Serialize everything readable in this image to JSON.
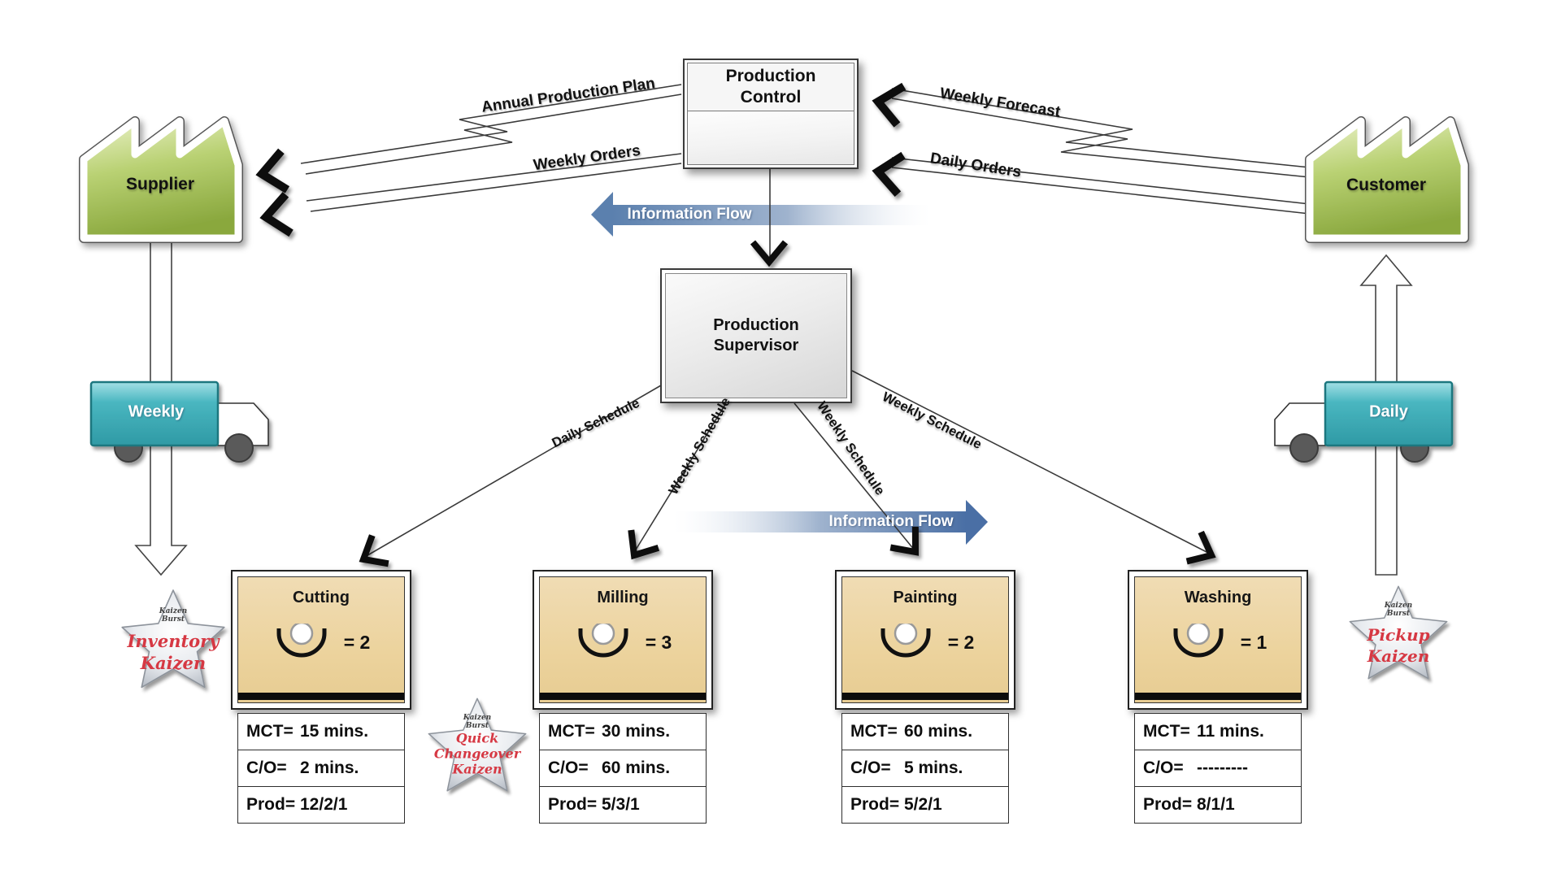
{
  "nodes": {
    "production_control": {
      "line1": "Production",
      "line2": "Control"
    },
    "production_supervisor": {
      "line1": "Production",
      "line2": "Supervisor"
    },
    "supplier": {
      "label": "Supplier"
    },
    "customer": {
      "label": "Customer"
    }
  },
  "flows": {
    "annual_production_plan": "Annual Production Plan",
    "weekly_orders": "Weekly Orders",
    "weekly_forecast": "Weekly Forecast",
    "daily_orders": "Daily Orders",
    "information_flow_upper": "Information Flow",
    "information_flow_lower": "Information Flow",
    "daily_schedule": "Daily Schedule",
    "weekly_schedule_milling": "Weekly Schedule",
    "weekly_schedule_painting": "Weekly Schedule",
    "weekly_schedule_washing": "Weekly Schedule"
  },
  "logistics": {
    "supplier_truck_label": "Weekly",
    "customer_truck_label": "Daily"
  },
  "processes": [
    {
      "name": "Cutting",
      "operators_equation": "= 2",
      "rows": {
        "mct_label": "MCT=",
        "mct_value": "15 mins.",
        "co_label": "C/O=",
        "co_value": "2 mins.",
        "prod_label": "Prod=",
        "prod_value": "12/2/1"
      }
    },
    {
      "name": "Milling",
      "operators_equation": "= 3",
      "rows": {
        "mct_label": "MCT=",
        "mct_value": "30 mins.",
        "co_label": "C/O=",
        "co_value": "60 mins.",
        "prod_label": "Prod=",
        "prod_value": "5/3/1"
      }
    },
    {
      "name": "Painting",
      "operators_equation": "= 2",
      "rows": {
        "mct_label": "MCT=",
        "mct_value": "60 mins.",
        "co_label": "C/O=",
        "co_value": "5 mins.",
        "prod_label": "Prod=",
        "prod_value": "5/2/1"
      }
    },
    {
      "name": "Washing",
      "operators_equation": "= 1",
      "rows": {
        "mct_label": "MCT=",
        "mct_value": "11 mins.",
        "co_label": "C/O=",
        "co_value": "---------",
        "prod_label": "Prod=",
        "prod_value": "8/1/1"
      }
    }
  ],
  "kaizen_bursts": [
    {
      "tag_line1": "Kaizen",
      "tag_line2": "Burst",
      "lines": [
        "Inventory",
        "Kaizen"
      ]
    },
    {
      "tag_line1": "Kaizen",
      "tag_line2": "Burst",
      "lines": [
        "Quick",
        "Changeover",
        "Kaizen"
      ]
    },
    {
      "tag_line1": "Kaizen",
      "tag_line2": "Burst",
      "lines": [
        "Pickup",
        "Kaizen"
      ]
    }
  ],
  "colors": {
    "factory_green": "#9ebf55",
    "process_tan": "#ecd39d",
    "truck_teal": "#49b6c0",
    "info_flow_blue": "#5b80ae",
    "kaizen_red": "#d63843"
  }
}
